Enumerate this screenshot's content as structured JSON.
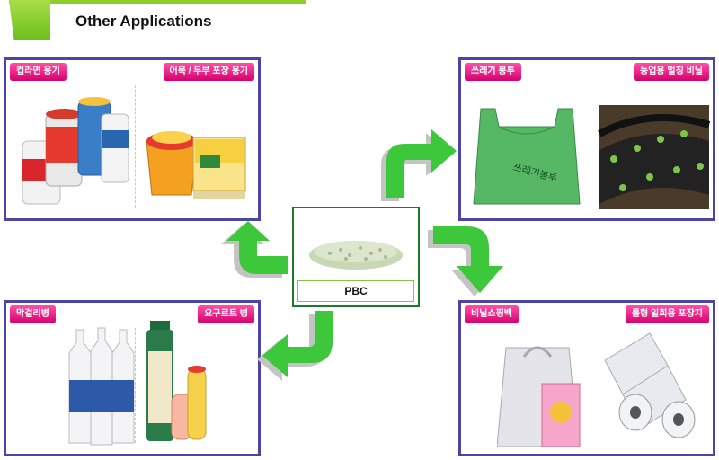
{
  "header": {
    "title": "Other Applications"
  },
  "center": {
    "label": "PBC"
  },
  "panels": {
    "top_left": {
      "left_label": "컵라면 용기",
      "right_label": "어묵 / 두부 포장 용기"
    },
    "top_right": {
      "left_label": "쓰레기 봉투",
      "right_label": "농업용 멀칭 비닐"
    },
    "bottom_left": {
      "left_label": "막걸리병",
      "right_label": "요구르트 병"
    },
    "bottom_right": {
      "left_label": "비닐쇼핑백",
      "right_label": "롤형 일회용 포장지"
    }
  },
  "colors": {
    "header_accent": "#8ccf2a",
    "panel_border": "#4b46a6",
    "label_pink": "#e8007a",
    "arrow_green": "#3cc83a",
    "arrow_shadow": "#c4c4c4",
    "center_border": "#197a2b"
  }
}
